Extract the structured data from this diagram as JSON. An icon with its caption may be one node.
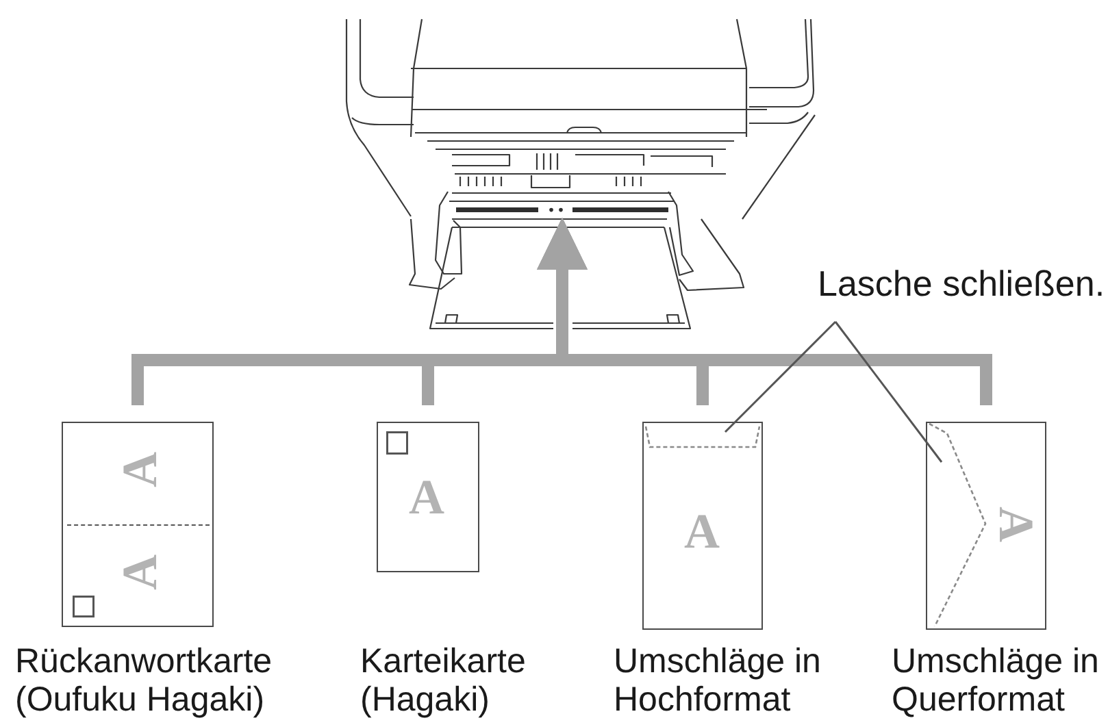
{
  "diagram": {
    "nodes": [
      {
        "text": [],
        "shape": "picture"
      },
      {
        "text": [],
        "shape": "bar",
        "in": 0
      },
      {
        "text": [
          "Lasche schließen."
        ]
      },
      {
        "text": [
          "A",
          "A"
        ],
        "beside": [
          "Rückanwortkarte (Oufuku Hagaki)"
        ]
      },
      {
        "text": [
          "A"
        ],
        "beside": [
          "Karteikarte (Hagaki)"
        ]
      },
      {
        "text": [
          "A"
        ],
        "beside": [
          "Umschläge in Hochformat"
        ]
      },
      {
        "text": [],
        "shape": "flap",
        "in": 5
      },
      {
        "text": [
          "A"
        ],
        "beside": [
          "Umschläge in Querformat"
        ]
      },
      {
        "text": [],
        "shape": "flap",
        "in": 7
      }
    ],
    "edges": [
      {
        "from": 3,
        "to": 1,
        "arrow": "to"
      },
      {
        "from": 4,
        "to": 1,
        "arrow": "to"
      },
      {
        "from": 5,
        "to": 1,
        "arrow": "to"
      },
      {
        "from": 7,
        "to": 1,
        "arrow": "to"
      },
      {
        "from": 2,
        "to": 6,
        "arrow": "none",
        "color": "#555555"
      },
      {
        "from": 2,
        "to": 8,
        "arrow": "none",
        "color": "#555555"
      }
    ]
  }
}
